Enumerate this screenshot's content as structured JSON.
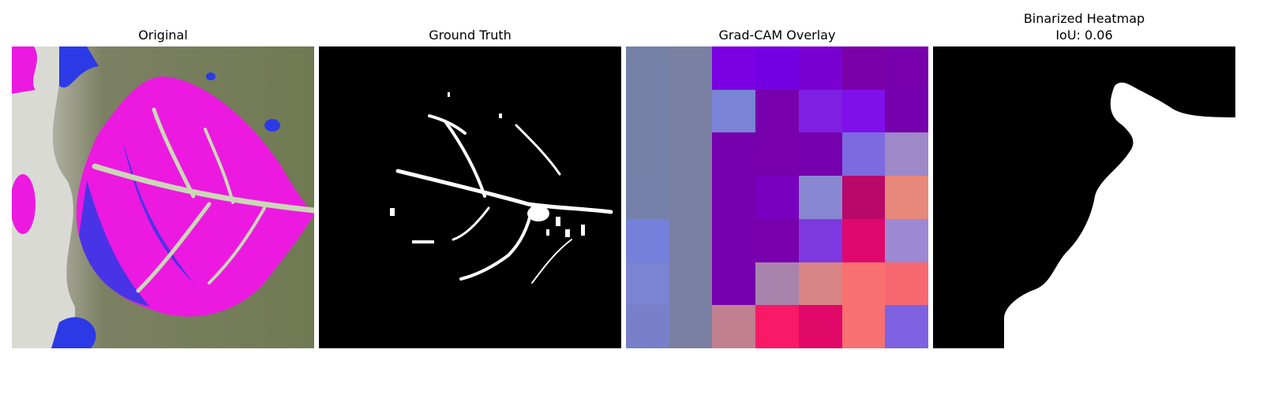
{
  "panels": [
    {
      "title": "Original"
    },
    {
      "title": "Ground Truth"
    },
    {
      "title": "Grad-CAM Overlay"
    },
    {
      "title_line1": "Binarized Heatmap",
      "title_line2": "IoU: 0.06"
    }
  ],
  "colors": {
    "mask_background": "#000000",
    "mask_foreground": "#ffffff",
    "leaf_magenta": "#ec19e0",
    "leaf_blue": "#2b3ae6",
    "vein_green": "#c9d8b5",
    "background_green": "#6f7a52"
  },
  "gradcam_cells": [
    [
      "#7580a6",
      "#7a80a2",
      "#7b00e2",
      "#7400e2",
      "#7a00d2",
      "#7a00a8",
      "#7800ac"
    ],
    [
      "#7580a6",
      "#7a80a2",
      "#7a84d6",
      "#7800ac",
      "#7e20e2",
      "#7f10ea",
      "#7600ad"
    ],
    [
      "#7580a6",
      "#7a80a2",
      "#7600ad",
      "#7800ac",
      "#7600ad",
      "#7d6ae0",
      "#9d88c8"
    ],
    [
      "#7580a8",
      "#7a80a2",
      "#7600ad",
      "#7a00c0",
      "#8a87d2",
      "#b8086a",
      "#e8887a"
    ],
    [
      "#7580da",
      "#7a80a2",
      "#7600ad",
      "#7800ac",
      "#7e3ae0",
      "#e0086e",
      "#9d88d4"
    ],
    [
      "#7a84d2",
      "#7a80a2",
      "#7600ad",
      "#a884ac",
      "#d88484",
      "#f87070",
      "#f86870"
    ],
    [
      "#7780c8",
      "#7a80a2",
      "#c08090",
      "#f81a66",
      "#e00868",
      "#f87070",
      "#7e62e2"
    ]
  ]
}
